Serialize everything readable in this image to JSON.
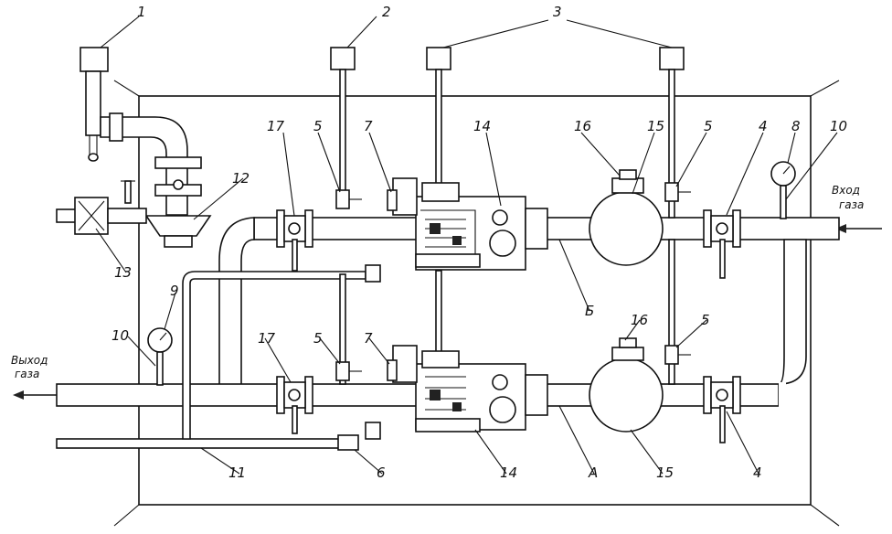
{
  "labels": {
    "l1": "1",
    "l2": "2",
    "l3": "3",
    "l4a": "4",
    "l4b": "4",
    "l5a": "5",
    "l5b": "5",
    "l5c": "5",
    "l5d": "5",
    "l6": "6",
    "l7a": "7",
    "l7b": "7",
    "l8": "8",
    "l9": "9",
    "l10a": "10",
    "l10b": "10",
    "l11": "11",
    "l12": "12",
    "l13": "13",
    "l14a": "14",
    "l14b": "14",
    "l15a": "15",
    "l15b": "15",
    "l16a": "16",
    "l16b": "16",
    "l17a": "17",
    "l17b": "17",
    "lA": "А",
    "lB": "Б"
  },
  "captions": {
    "inlet_line1": "Вход",
    "inlet_line2": "газа",
    "outlet_line1": "Выход",
    "outlet_line2": "газа"
  },
  "colors": {
    "line": "#111111",
    "background": "#ffffff"
  }
}
